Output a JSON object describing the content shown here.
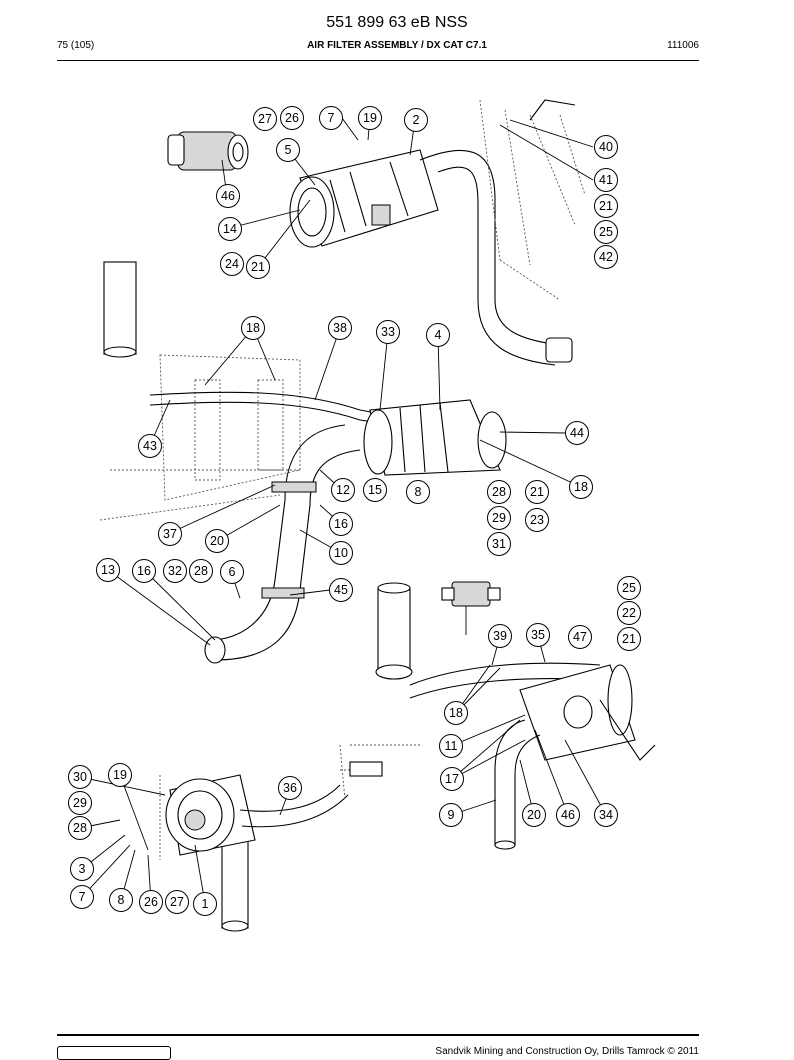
{
  "header": {
    "doc_title": "551 899 63 eB NSS",
    "page": "75 (105)",
    "section_title": "AIR FILTER ASSEMBLY / DX CAT C7.1",
    "doc_code": "111006"
  },
  "footer": {
    "copyright": "Sandvik Mining and Construction Oy, Drills Tamrock © 2011"
  },
  "callouts": [
    "27",
    "26",
    "7",
    "19",
    "2",
    "5",
    "46",
    "14",
    "24",
    "21",
    "40",
    "41",
    "21",
    "25",
    "42",
    "18",
    "38",
    "33",
    "4",
    "44",
    "43",
    "12",
    "15",
    "8",
    "28",
    "21",
    "18",
    "29",
    "23",
    "31",
    "16",
    "37",
    "20",
    "10",
    "13",
    "16",
    "32",
    "28",
    "6",
    "45",
    "25",
    "22",
    "39",
    "35",
    "47",
    "21",
    "18",
    "11",
    "17",
    "9",
    "20",
    "46",
    "34",
    "30",
    "19",
    "29",
    "28",
    "3",
    "7",
    "8",
    "26",
    "27",
    "1",
    "36"
  ]
}
